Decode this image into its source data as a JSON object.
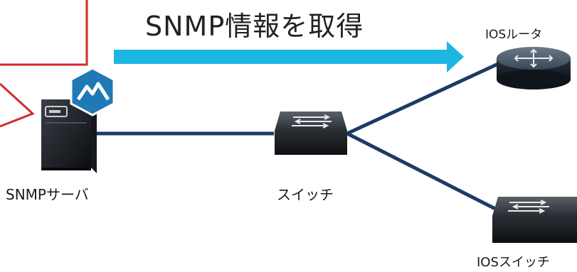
{
  "title": "SNMP情報を取得",
  "nodes": {
    "server": "SNMPサーバ",
    "switch": "スイッチ",
    "router": "IOSルータ",
    "ios_switch": "IOSスイッチ"
  },
  "colors": {
    "arrow": "#1cb7e0",
    "link": "#1e3a66",
    "callout": "#d42a2a",
    "badge": "#1f79b5"
  },
  "icons": [
    "server-icon",
    "monitoring-badge-icon",
    "switch-icon",
    "router-icon"
  ]
}
